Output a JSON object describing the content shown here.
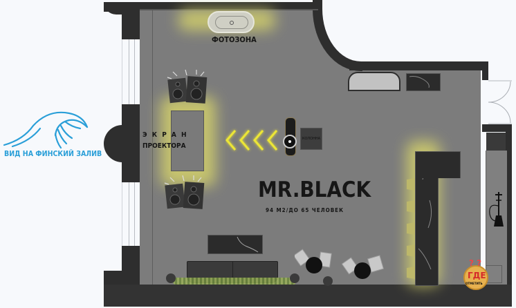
{
  "plan": {
    "title": "MR.BLACK",
    "subtitle": "94 М2/ДО 65 ЧЕЛОВЕК",
    "colors": {
      "wall": "#2e2e2e",
      "floor": "#7c7c7c",
      "accent_glow": "#e0de4a",
      "sea_blue": "#2a9fd8",
      "background": "#f7f9fc"
    }
  },
  "view_badge": {
    "label": "ВИД НА ФИНСКИЙ ЗАЛИВ",
    "icon": "wave-icon"
  },
  "zones": {
    "photo_zone": "ФОТОЗОНА",
    "screen_line1": "Э К Р А Н",
    "screen_line2": "ПРОЕКТОРА",
    "column": "КОЛОННА"
  },
  "logo": {
    "text": "ГДЕ",
    "subtext": "ОТМЕТИТЬ"
  }
}
